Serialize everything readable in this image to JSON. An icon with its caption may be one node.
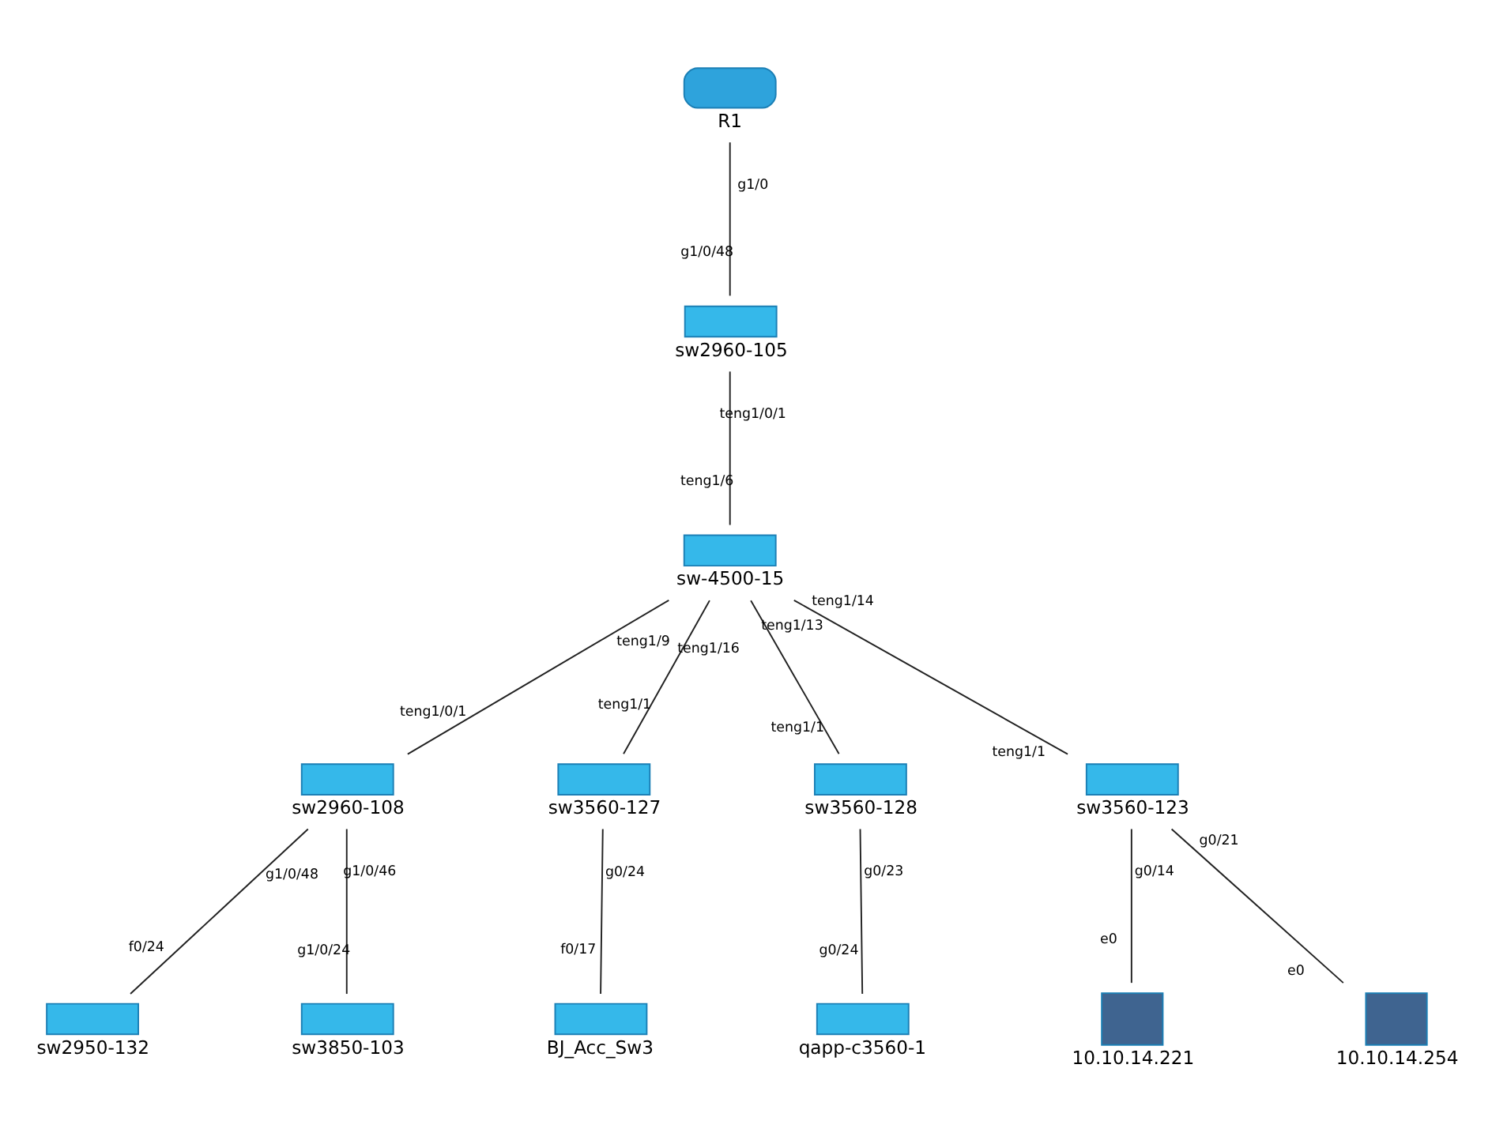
{
  "diagram": {
    "nodes": [
      {
        "text": [
          "R1"
        ]
      },
      {
        "text": [
          "sw2960-105"
        ]
      },
      {
        "text": [
          "sw-4500-15"
        ]
      },
      {
        "text": [
          "sw2960-108"
        ]
      },
      {
        "text": [
          "sw3560-127"
        ]
      },
      {
        "text": [
          "sw3560-128"
        ]
      },
      {
        "text": [
          "sw3560-123"
        ]
      },
      {
        "text": [
          "sw2950-132"
        ]
      },
      {
        "text": [
          "sw3850-103"
        ]
      },
      {
        "text": [
          "BJ_Acc_Sw3"
        ]
      },
      {
        "text": [
          "qapp-c3560-1"
        ]
      },
      {
        "text": [
          "10.10.14.221"
        ]
      },
      {
        "text": [
          "10.10.14.254"
        ]
      }
    ],
    "edges": [
      {
        "from": 0,
        "to": 1,
        "arrow": "none",
        "label": [
          "g1/0",
          "g1/0/48"
        ]
      },
      {
        "from": 1,
        "to": 2,
        "arrow": "none",
        "label": [
          "teng1/0/1",
          "teng1/6"
        ]
      },
      {
        "from": 2,
        "to": 3,
        "arrow": "none",
        "label": [
          "teng1/9",
          "teng1/0/1"
        ]
      },
      {
        "from": 2,
        "to": 4,
        "arrow": "none",
        "label": [
          "teng1/16",
          "teng1/1"
        ]
      },
      {
        "from": 2,
        "to": 5,
        "arrow": "none",
        "label": [
          "teng1/13",
          "teng1/1"
        ]
      },
      {
        "from": 2,
        "to": 6,
        "arrow": "none",
        "label": [
          "teng1/14",
          "teng1/1"
        ]
      },
      {
        "from": 3,
        "to": 7,
        "arrow": "none",
        "label": [
          "g1/0/48",
          "f0/24"
        ]
      },
      {
        "from": 3,
        "to": 8,
        "arrow": "none",
        "label": [
          "g1/0/46",
          "g1/0/24"
        ]
      },
      {
        "from": 4,
        "to": 9,
        "arrow": "none",
        "label": [
          "g0/24",
          "f0/17"
        ]
      },
      {
        "from": 5,
        "to": 10,
        "arrow": "none",
        "label": [
          "g0/23",
          "g0/24"
        ]
      },
      {
        "from": 6,
        "to": 11,
        "arrow": "none",
        "label": [
          "g0/14",
          "e0"
        ]
      },
      {
        "from": 6,
        "to": 12,
        "arrow": "none",
        "label": [
          "g0/21",
          "e0"
        ]
      }
    ]
  }
}
